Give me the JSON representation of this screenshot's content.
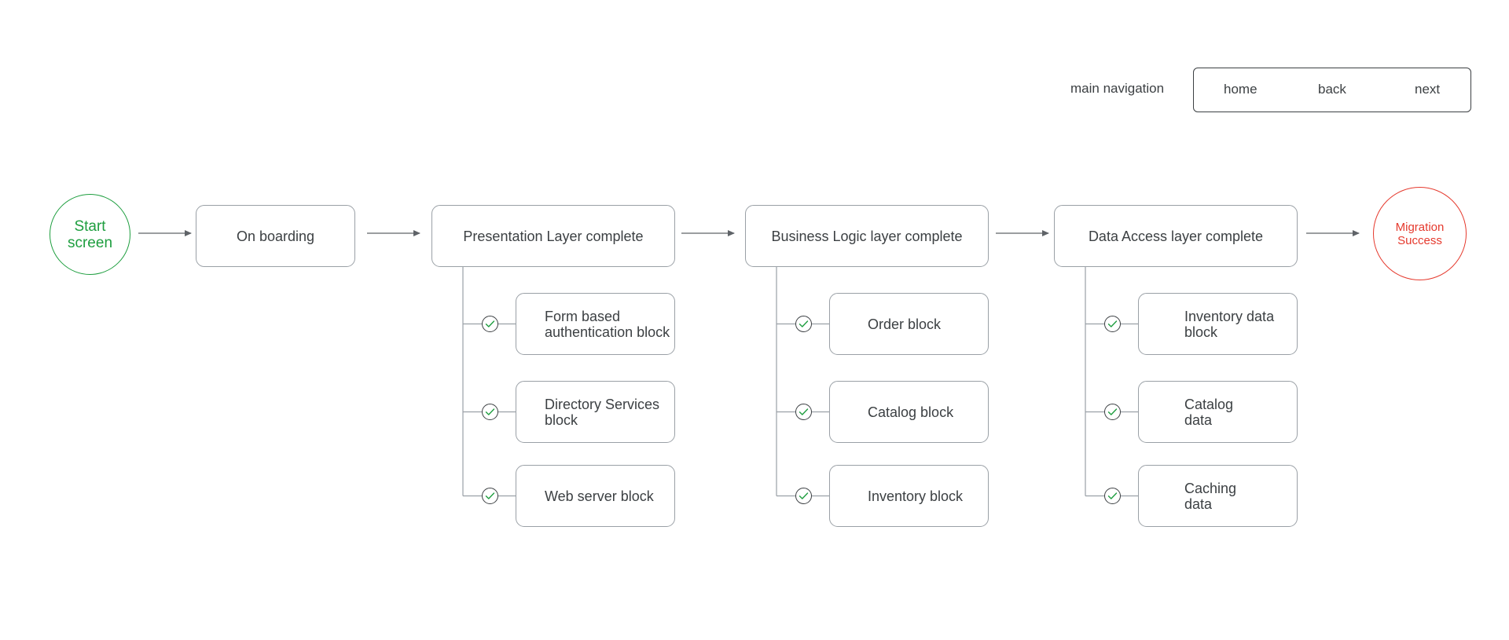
{
  "navigation": {
    "label": "main navigation",
    "links": [
      "home",
      "back",
      "next"
    ]
  },
  "start": {
    "label": "Start\nscreen",
    "color": "#1e9e3f"
  },
  "end": {
    "label": "Migration\nSuccess",
    "color": "#e5392d"
  },
  "stages": [
    {
      "label": "On boarding",
      "blocks": []
    },
    {
      "label": "Presentation Layer complete",
      "blocks": [
        "Form based authentication block",
        "Directory Services block",
        "Web server block"
      ]
    },
    {
      "label": "Business Logic layer complete",
      "blocks": [
        "Order block",
        "Catalog block",
        "Inventory block"
      ]
    },
    {
      "label": "Data Access layer complete",
      "blocks": [
        "Inventory data block",
        "Catalog data",
        "Caching data"
      ]
    }
  ],
  "check_icon": "checkmark-circle-icon",
  "colors": {
    "line": "#9aa0a6",
    "arrow": "#5f6368",
    "check": "#1e9e3f",
    "text": "#3c4043"
  }
}
